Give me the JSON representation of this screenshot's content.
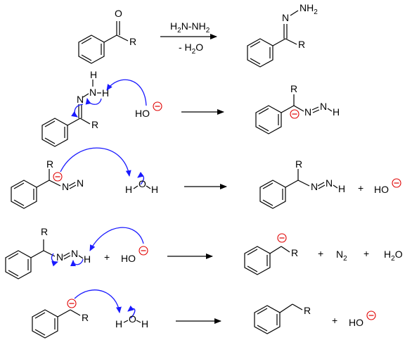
{
  "scheme": {
    "steps": [
      {
        "reactant": {
          "ketone_R": "R",
          "ketone_O": "O"
        },
        "reagent_above": "H2N-NH2",
        "reagent_below": "- H2O",
        "product": {
          "hydrazone_R": "R",
          "hydrazone_N": "N",
          "hydrazone_NH2": "NH2"
        }
      },
      {
        "reactant": {
          "H": "H",
          "N1": "N",
          "N2": "N",
          "H2": "H",
          "R": "R"
        },
        "reagent": "HO",
        "product": {
          "R": "R",
          "N1": "N",
          "N2": "N",
          "H": "H"
        }
      },
      {
        "reactant": {
          "R": "R",
          "N1": "N",
          "N2": "N"
        },
        "reagent": {
          "H1": "H",
          "O": "O",
          "H2": "H"
        },
        "product": {
          "R": "R",
          "N1": "N",
          "N2": "N",
          "H": "H"
        },
        "plus": "+",
        "byproduct": "HO"
      },
      {
        "reactant": {
          "R": "R",
          "N1": "N",
          "N2": "N",
          "H": "H"
        },
        "plus": "+",
        "reagent": "HO",
        "product": {
          "R": "R"
        },
        "plus2": "+",
        "n2": "N2",
        "plus3": "+",
        "water": "H2O"
      },
      {
        "reactant": {
          "R": "R"
        },
        "reagent": {
          "H1": "H",
          "O": "O",
          "H2": "H"
        },
        "product": {
          "R": "R"
        },
        "plus": "+",
        "byproduct": "HO"
      }
    ]
  },
  "colors": {
    "curly_arrow": "#1a1aff",
    "charge": "#e00000",
    "ink": "#000000"
  }
}
